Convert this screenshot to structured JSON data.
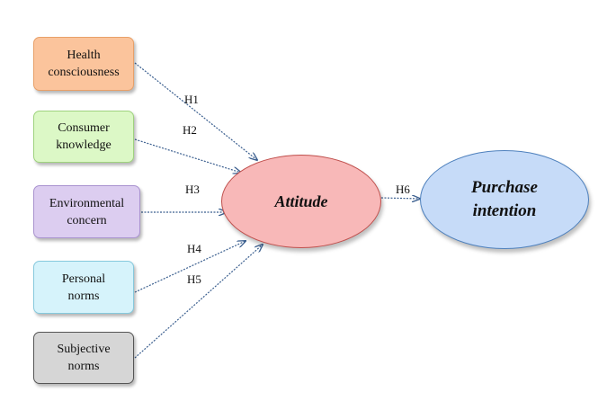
{
  "constructs": [
    {
      "id": "health",
      "label": "Health\nconsciousness",
      "fill": "#fbc49c",
      "border": "#e8a069"
    },
    {
      "id": "knowledge",
      "label": "Consumer\nknowledge",
      "fill": "#dcf8c6",
      "border": "#9fd37e"
    },
    {
      "id": "environment",
      "label": "Environmental\nconcern",
      "fill": "#dccdf0",
      "border": "#a993cf"
    },
    {
      "id": "personal",
      "label": "Personal\nnorms",
      "fill": "#d6f3fb",
      "border": "#86c9dd"
    },
    {
      "id": "subjective",
      "label": "Subjective\nnorms",
      "fill": "#d6d6d6",
      "border": "#555555"
    }
  ],
  "attitude": {
    "label": "Attitude",
    "fill": "#f8b8b8",
    "border": "#c0504d"
  },
  "purchase": {
    "label": "Purchase\nintention",
    "fill": "#c6dbf8",
    "border": "#4f81bd"
  },
  "hypotheses": [
    {
      "id": "H1",
      "label": "H1"
    },
    {
      "id": "H2",
      "label": "H2"
    },
    {
      "id": "H3",
      "label": "H3"
    },
    {
      "id": "H4",
      "label": "H4"
    },
    {
      "id": "H5",
      "label": "H5"
    },
    {
      "id": "H6",
      "label": "H6"
    }
  ],
  "arrow_color": "#3b5f8f"
}
